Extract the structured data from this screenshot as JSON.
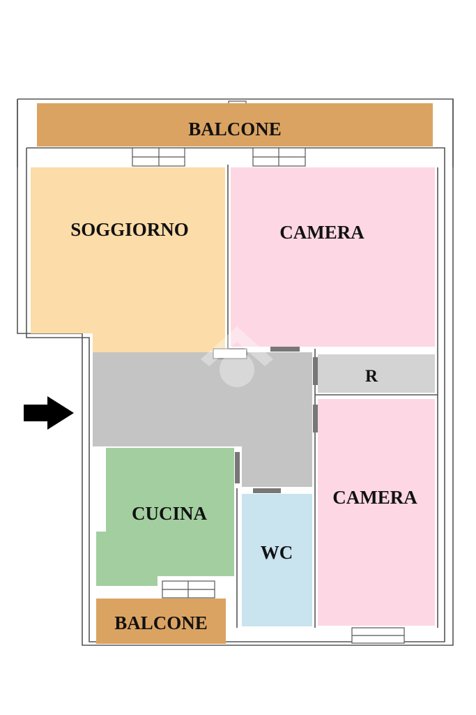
{
  "rooms": {
    "balcone_top": {
      "label": "BALCONE",
      "color": "#dba362"
    },
    "soggiorno": {
      "label": "SOGGIORNO",
      "color": "#fcdca8"
    },
    "camera_top": {
      "label": "CAMERA",
      "color": "#fdd7e4"
    },
    "disimpegno": {
      "label": "",
      "color": "#c4c4c4"
    },
    "ripostiglio": {
      "label": "R",
      "color": "#d3d3d3"
    },
    "camera_bottom": {
      "label": "CAMERA",
      "color": "#fdd7e4"
    },
    "cucina": {
      "label": "CUCINA",
      "color": "#a3cfa0"
    },
    "wc": {
      "label": "WC",
      "color": "#c9e3ef"
    },
    "balcone_bottom": {
      "label": "BALCONE",
      "color": "#dba362"
    }
  },
  "colors": {
    "wall": "#555555",
    "arrow": "#000000"
  },
  "icons": {
    "entrance": "entrance-arrow-icon"
  }
}
